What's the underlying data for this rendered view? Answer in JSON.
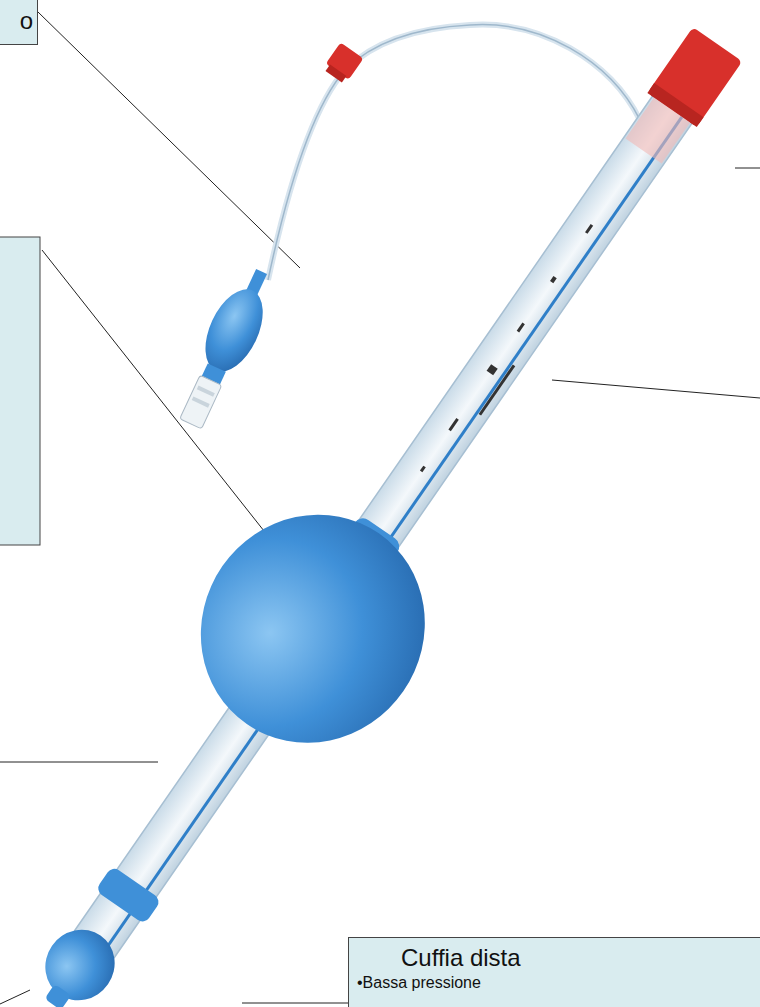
{
  "diagram": {
    "nodes": [
      {
        "text": [
          "o"
        ]
      },
      {
        "text": [
          "Cuffia dista",
          "•Bassa pressione"
        ]
      }
    ]
  }
}
